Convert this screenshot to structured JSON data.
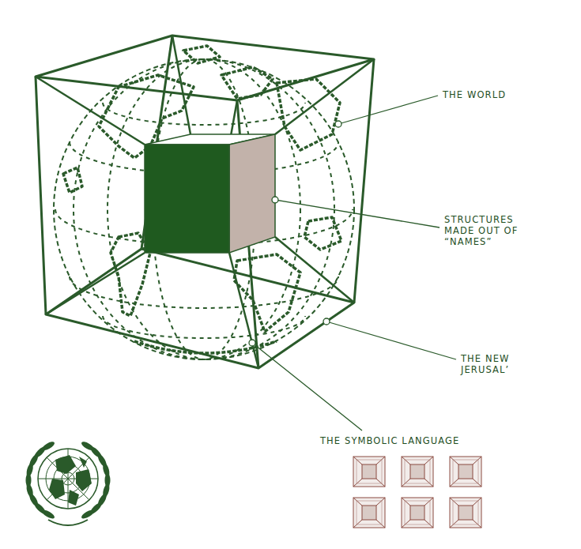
{
  "diagram": {
    "labels": [
      "THE WORLD",
      "STRUCTURES MADE OUT OF “NAMES”",
      "THE NEW JERUSAL’",
      "THE SYMBOLIC LANGUAGE"
    ]
  }
}
